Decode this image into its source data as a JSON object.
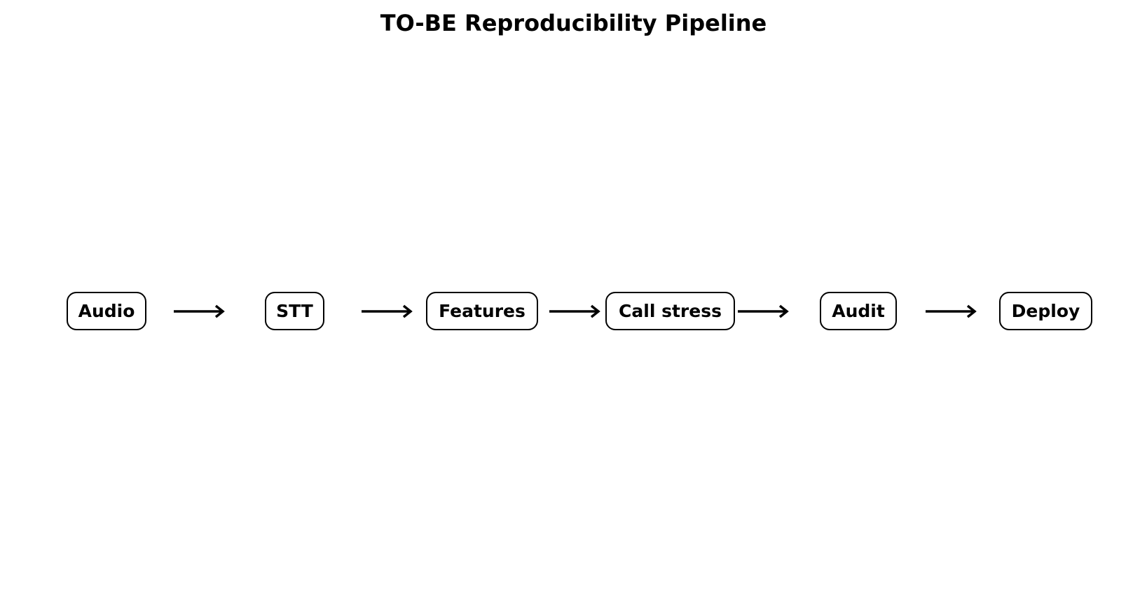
{
  "diagram": {
    "title": "TO-BE Reproducibility Pipeline",
    "nodes": [
      {
        "label": "Audio"
      },
      {
        "label": "STT"
      },
      {
        "label": "Features"
      },
      {
        "label": "Call stress"
      },
      {
        "label": "Audit"
      },
      {
        "label": "Deploy"
      }
    ],
    "edges": [
      {
        "from": 0,
        "to": 1
      },
      {
        "from": 1,
        "to": 2
      },
      {
        "from": 2,
        "to": 3
      },
      {
        "from": 3,
        "to": 4
      },
      {
        "from": 4,
        "to": 5
      }
    ],
    "colors": {
      "stroke": "#000000",
      "fill": "#ffffff",
      "text": "#000000"
    }
  }
}
